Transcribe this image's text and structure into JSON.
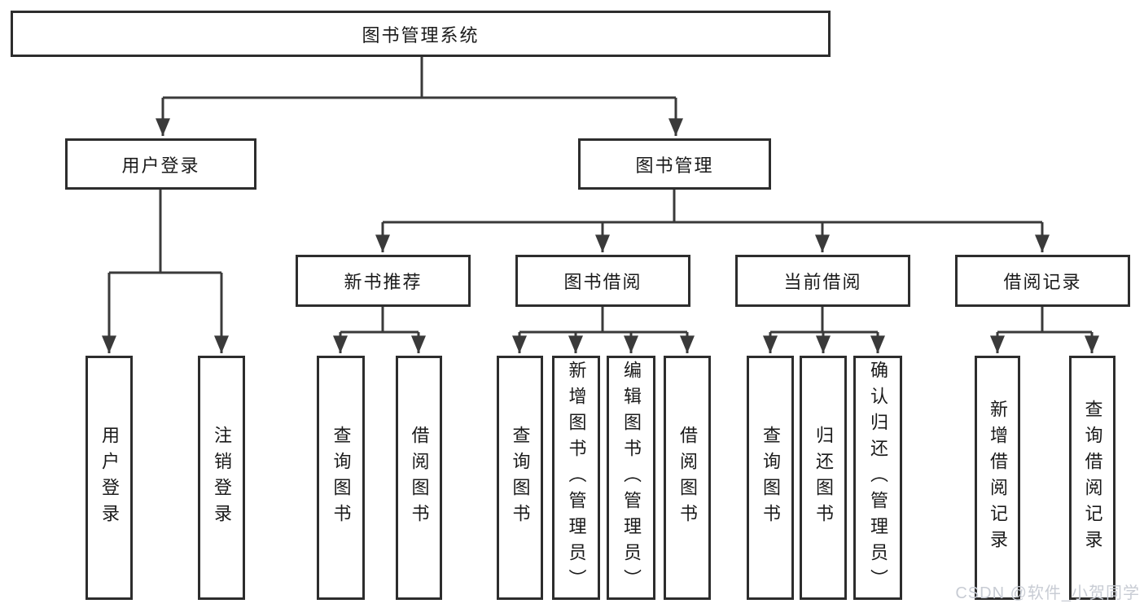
{
  "diagram": {
    "type": "hierarchy-tree",
    "title": "图书管理系统",
    "watermark": "CSDN @软件_小贺同学",
    "colors": {
      "background": "#ffffff",
      "box_border": "#2d2d2d",
      "connector": "#3a3a3a",
      "text": "#1a1a1a",
      "watermark_text": "#c8ccd4"
    },
    "nodes": {
      "root": {
        "label": "图书管理系统"
      },
      "user_login": {
        "label": "用户登录"
      },
      "book_mgmt": {
        "label": "图书管理"
      },
      "new_book_rec": {
        "label": "新书推荐"
      },
      "book_borrow": {
        "label": "图书借阅"
      },
      "current_borrow": {
        "label": "当前借阅"
      },
      "borrow_record": {
        "label": "借阅记录"
      },
      "ul_user_login": {
        "label": "用户登录"
      },
      "ul_logout": {
        "label": "注销登录"
      },
      "nbr_query_book": {
        "label": "查询图书"
      },
      "nbr_borrow_book": {
        "label": "借阅图书"
      },
      "bb_query_book": {
        "label": "查询图书"
      },
      "bb_add_book": {
        "label": "新增图书（管理员）"
      },
      "bb_edit_book": {
        "label": "编辑图书（管理员）"
      },
      "bb_borrow_book": {
        "label": "借阅图书"
      },
      "cb_query_book": {
        "label": "查询图书"
      },
      "cb_return_book": {
        "label": "归还图书"
      },
      "cb_confirm_return": {
        "label": "确认归还（管理员）"
      },
      "br_add_record": {
        "label": "新增借阅记录"
      },
      "br_query_record": {
        "label": "查询借阅记录"
      }
    },
    "hierarchy": {
      "图书管理系统": {
        "用户登录": [
          "用户登录",
          "注销登录"
        ],
        "图书管理": {
          "新书推荐": [
            "查询图书",
            "借阅图书"
          ],
          "图书借阅": [
            "查询图书",
            "新增图书（管理员）",
            "编辑图书（管理员）",
            "借阅图书"
          ],
          "当前借阅": [
            "查询图书",
            "归还图书",
            "确认归还（管理员）"
          ],
          "借阅记录": [
            "新增借阅记录",
            "查询借阅记录"
          ]
        }
      }
    }
  }
}
